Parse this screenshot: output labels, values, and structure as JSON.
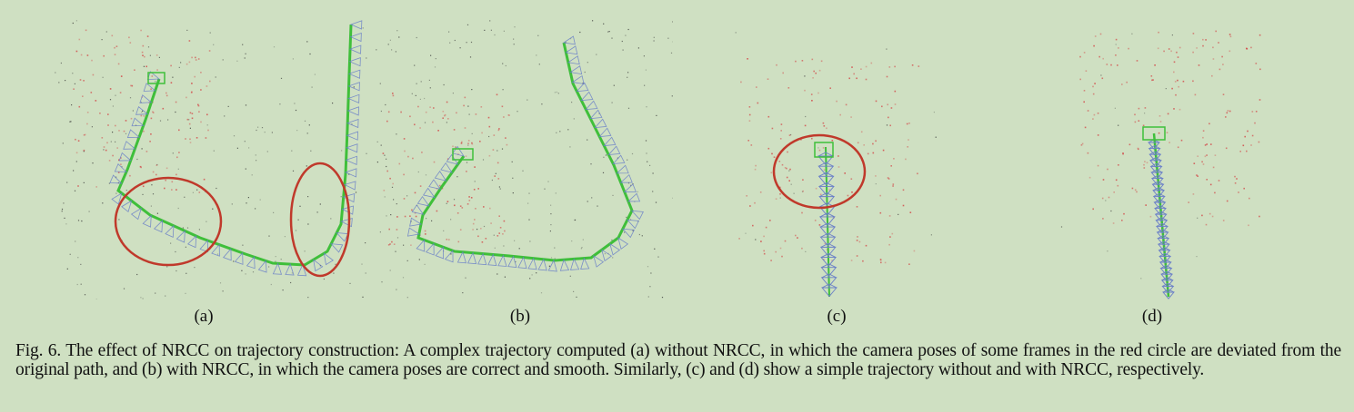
{
  "figure": {
    "subfigures": [
      {
        "id": "a",
        "label": "(a)"
      },
      {
        "id": "b",
        "label": "(b)"
      },
      {
        "id": "c",
        "label": "(c)"
      },
      {
        "id": "d",
        "label": "(d)"
      }
    ],
    "caption": "Fig. 6.  The effect of NRCC on trajectory construction: A complex trajectory computed (a) without NRCC, in which the camera poses of some frames in the red circle are deviated from the original path, and (b) with NRCC, in which the camera poses are correct and smooth. Similarly, (c) and (d) show a simple trajectory without and with NRCC, respectively."
  },
  "colors": {
    "background": "#cfe0c2",
    "trajectory": "#3fbf3a",
    "camera_frames": "#6a7fc8",
    "highlight_circle": "#c0392b",
    "points_red": "#d24848",
    "points_dark": "#333333"
  }
}
